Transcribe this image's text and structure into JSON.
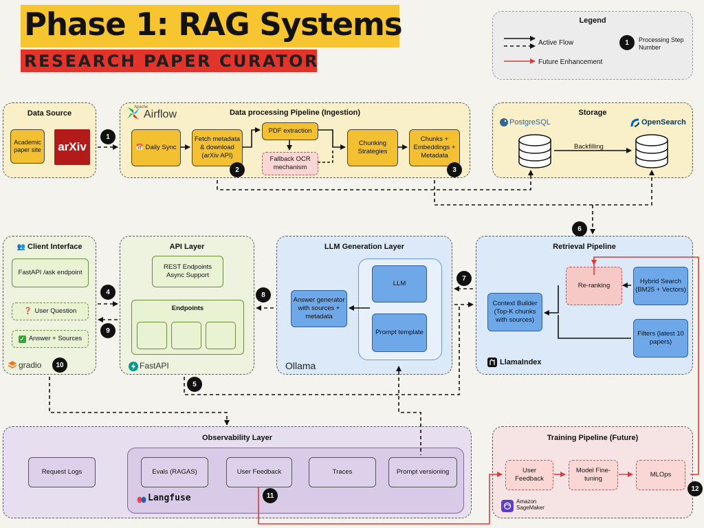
{
  "header": {
    "title": "Phase 1: RAG Systems",
    "subtitle": "RESEARCH PAPER CURATOR"
  },
  "legend": {
    "title": "Legend",
    "active_flow": "Active Flow",
    "future": "Future Enhancement",
    "step_sample": "1",
    "step_label": "Processing Step Number"
  },
  "data_source": {
    "title": "Data Source",
    "academic": "Academic paper site",
    "arxiv": "arXiv"
  },
  "ingestion": {
    "title": "Data processing Pipeline (Ingestion)",
    "brand_small": "Apache",
    "brand": "Airflow",
    "daily_sync": "Daily Sync",
    "fetch": "Fetch metadata & download (arXiv API)",
    "pdf": "PDF extraction",
    "ocr": "Fallback OCR mechanism",
    "chunking": "Chunking Strategies",
    "chunks": "Chunks + Embeddings + Metadata"
  },
  "storage": {
    "title": "Storage",
    "postgres": "PostgreSQL",
    "opensearch": "OpenSearch",
    "backfilling": "Backfilling"
  },
  "client": {
    "title": "Client Interface",
    "fastapi": "FastAPI /ask endpoint",
    "question": "User Question",
    "answer": "Answer + Sources",
    "brand": "gradio"
  },
  "api": {
    "title": "API Layer",
    "rest": "REST Endpoints Async Support",
    "endpoints": "Endpoints",
    "brand": "FastAPI"
  },
  "llm": {
    "title": "LLM Generation Layer",
    "answer_gen": "Answer generator with sources + metadata",
    "llm": "LLM",
    "prompt": "Prompt template",
    "brand": "Ollama"
  },
  "retrieval": {
    "title": "Retrieval Pipeline",
    "rerank": "Re-ranking",
    "hybrid": "Hybrid Search (BM25 + Vectors)",
    "context": "Context Builder (Top-K chunks with sources)",
    "filters": "Filters (latest 10 papers)",
    "brand": "LlamaIndex"
  },
  "observability": {
    "title": "Observability Layer",
    "request_logs": "Request Logs",
    "evals": "Evals (RAGAS)",
    "feedback": "User Feedback",
    "traces": "Traces",
    "prompt_ver": "Prompt versioning",
    "brand": "Langfuse"
  },
  "training": {
    "title": "Training Pipeline (Future)",
    "feedback": "User Feedback",
    "finetune": "Model Fine-tuning",
    "mlops": "MLOps",
    "brand1": "Amazon",
    "brand2": "SageMaker"
  },
  "steps": {
    "s1": "1",
    "s2": "2",
    "s3": "3",
    "s4": "4",
    "s5": "5",
    "s6": "6",
    "s7": "7",
    "s8": "8",
    "s9": "9",
    "s10": "10",
    "s11": "11",
    "s12": "12"
  },
  "colors": {
    "airflow_yellow": "#f3c032",
    "client_green": "#e9f2d3",
    "llm_blue": "#6ea8e8",
    "observability_purple": "#ddd0ea",
    "future_red": "#e0393a"
  }
}
